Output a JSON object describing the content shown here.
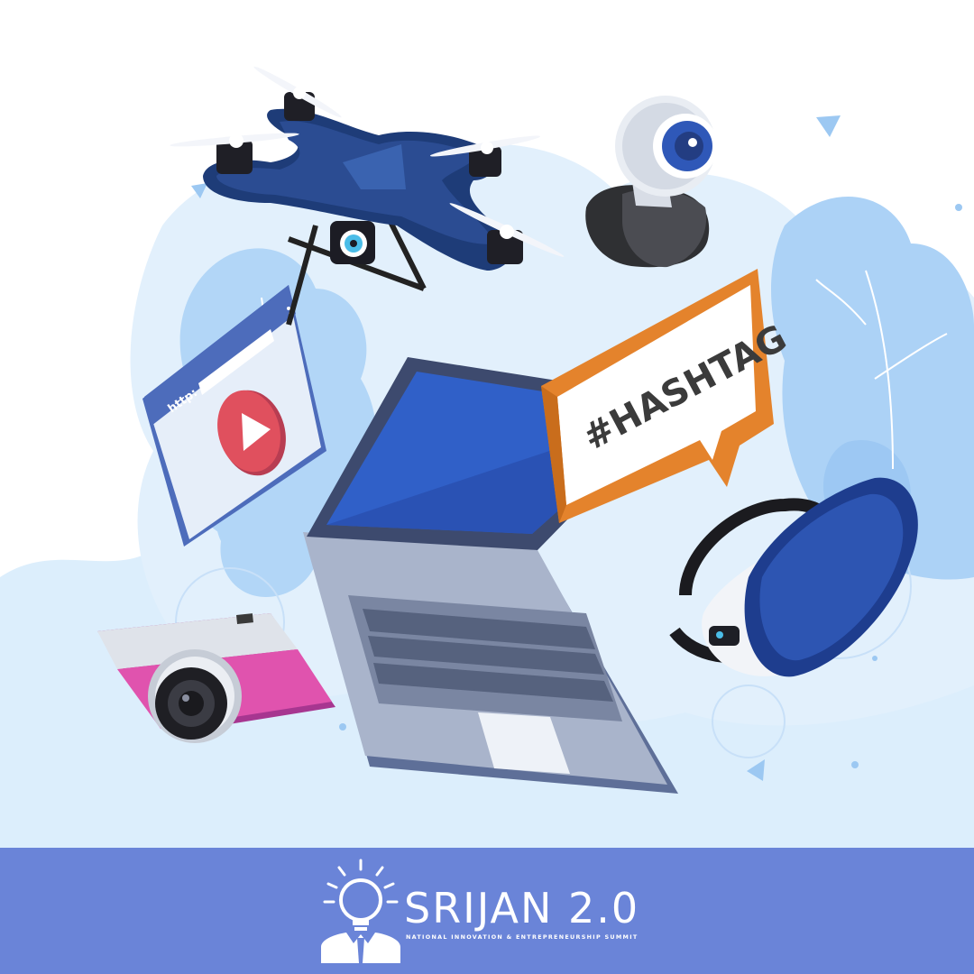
{
  "scene": {
    "hashtag_label": "#HASHTAG",
    "browser_url_label": "http:"
  },
  "brand": {
    "title": "SRIJAN 2.0",
    "tagline": "NATIONAL INNOVATION & ENTREPRENEURSHIP SUMMIT"
  },
  "colors": {
    "footer_bg": "#6a84d8",
    "scene_bg": "#dceefc",
    "accent_blue": "#2e4d94",
    "hashtag_orange": "#e4832c",
    "camera_pink": "#e053ae"
  },
  "icons": {
    "drone": "drone-icon",
    "webcam": "webcam-icon",
    "hashtag": "hashtag-sign-icon",
    "browser": "video-browser-icon",
    "laptop": "laptop-icon",
    "camera": "camera-icon",
    "vr": "vr-headset-icon",
    "logo": "lightbulb-person-logo"
  }
}
